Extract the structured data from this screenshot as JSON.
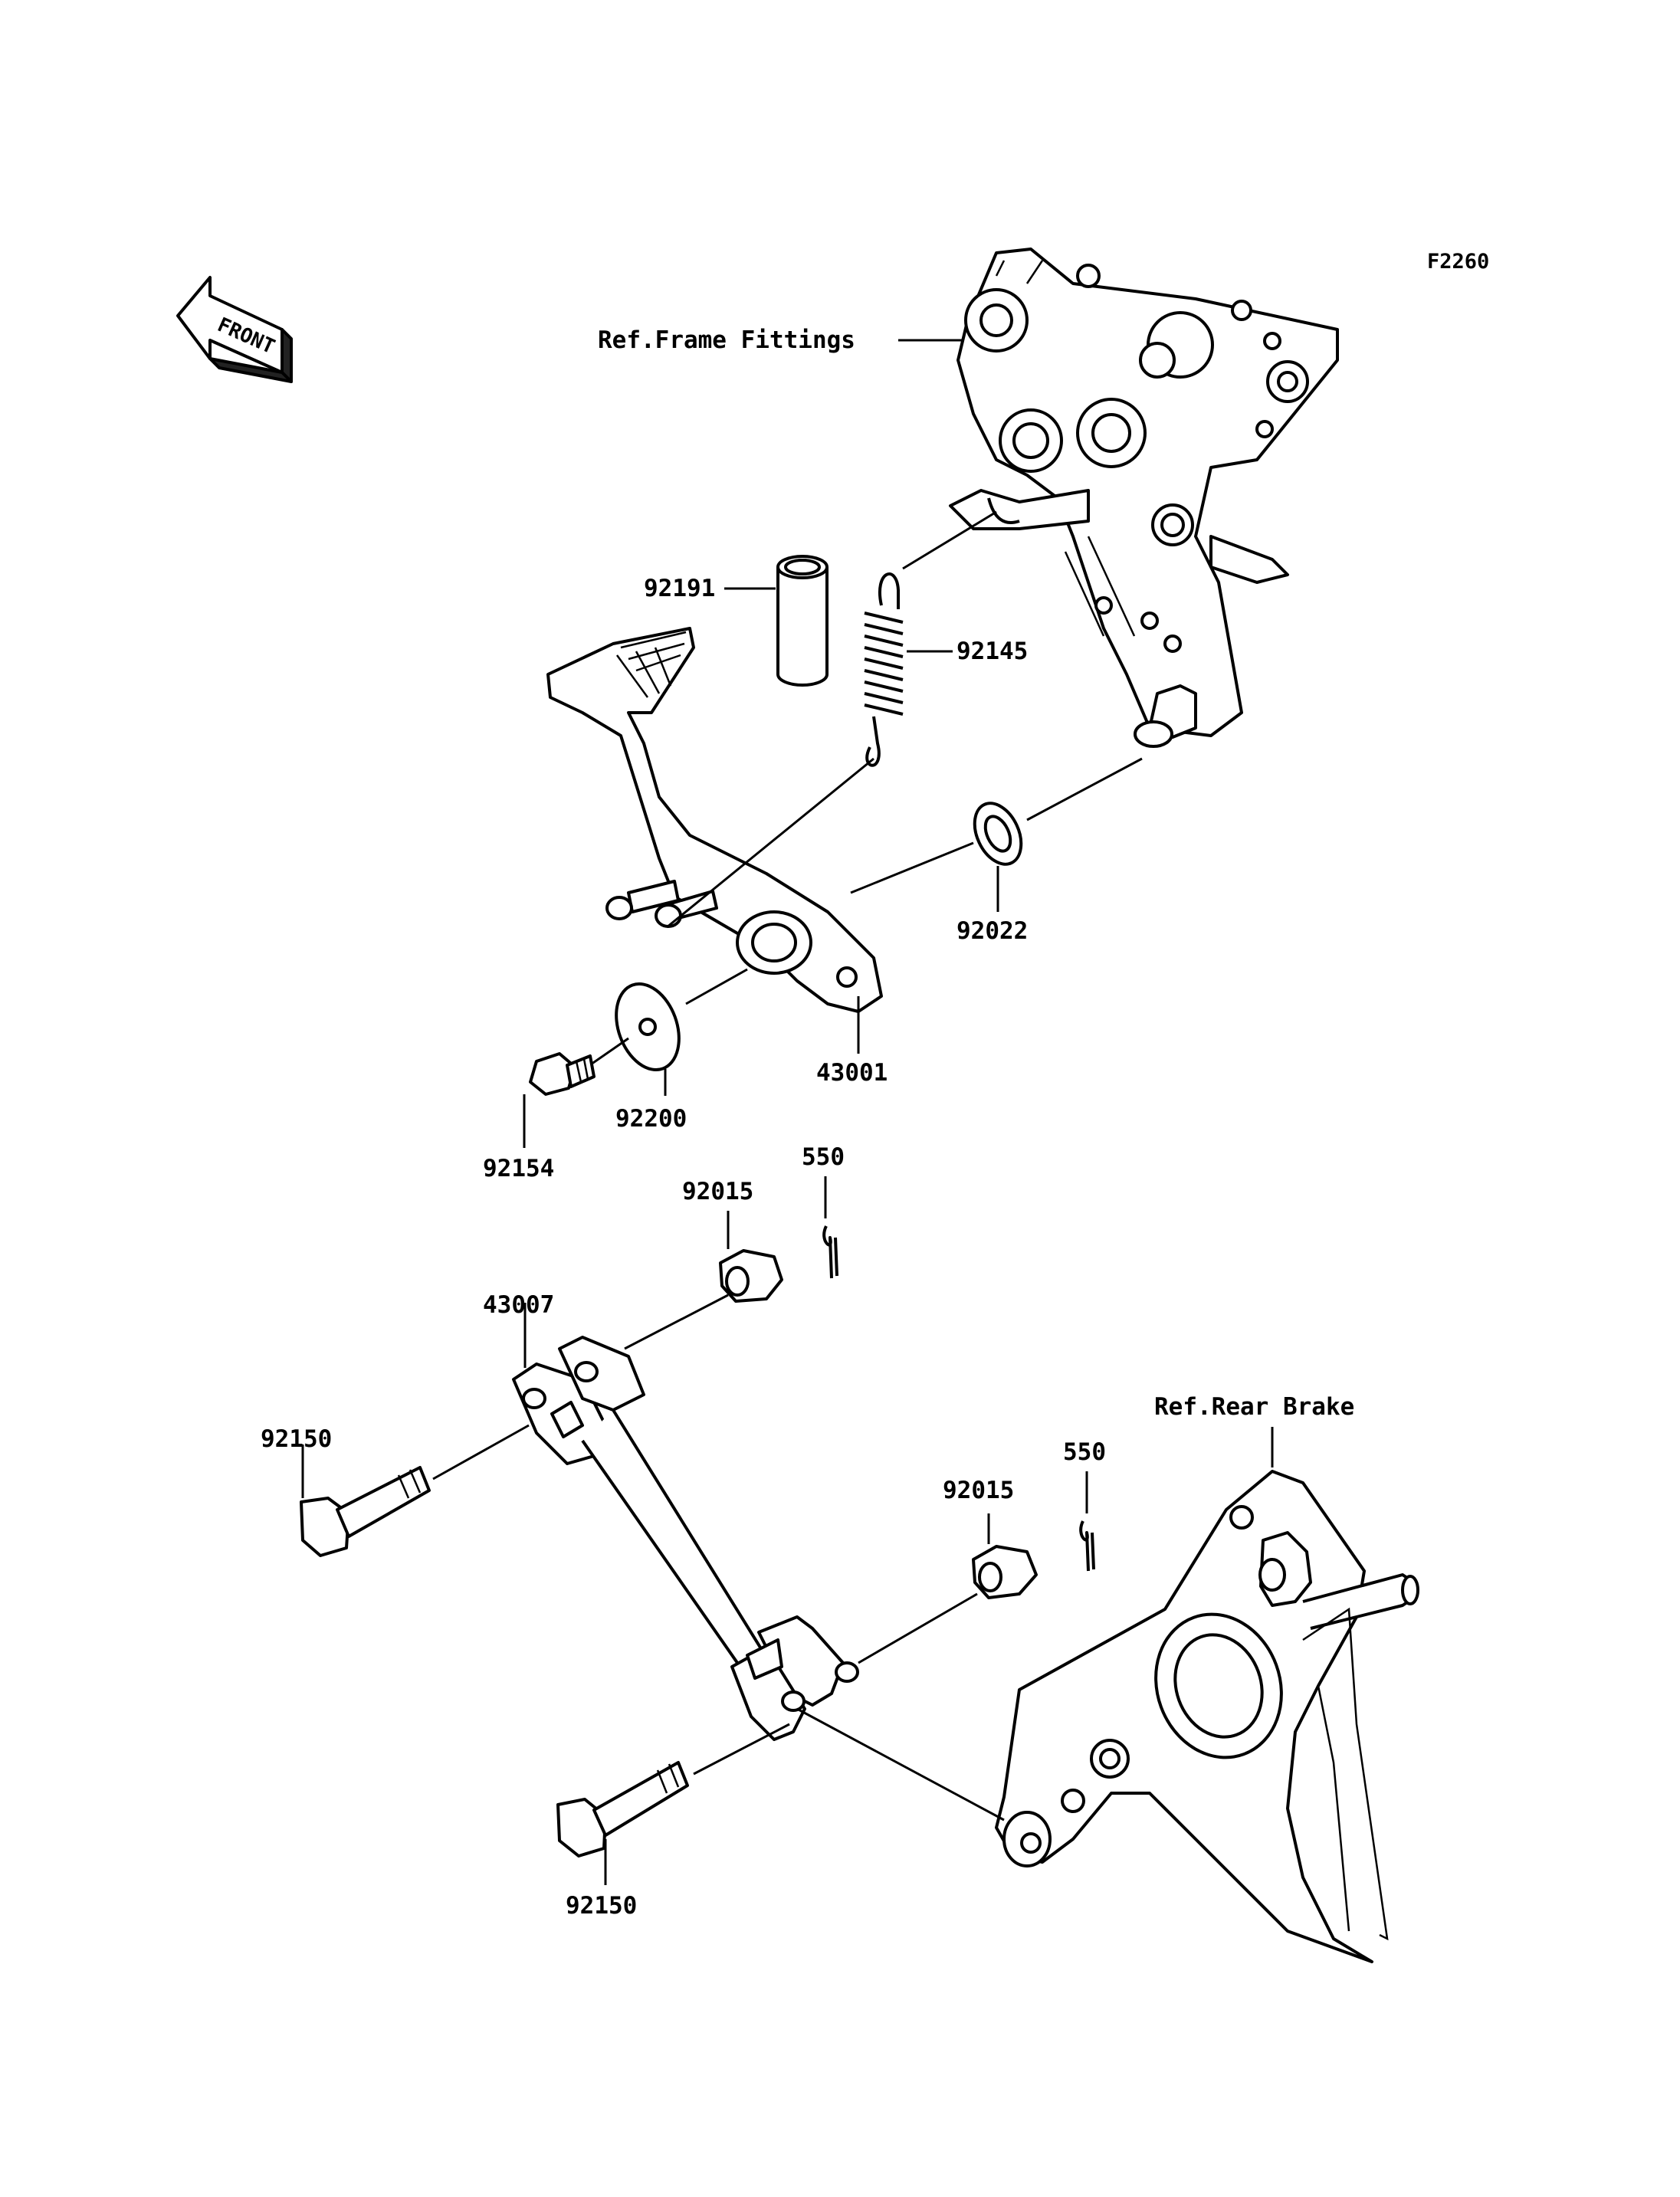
{
  "figure_code": "F2260",
  "front_badge": "FRONT",
  "references": {
    "frame_fittings": "Ref.Frame Fittings",
    "rear_brake": "Ref.Rear Brake"
  },
  "parts": {
    "p92191": "92191",
    "p92145": "92145",
    "p92022": "92022",
    "p43001": "43001",
    "p92200": "92200",
    "p92154": "92154",
    "p92015a": "92015",
    "p550a": "550",
    "p43007": "43007",
    "p92150a": "92150",
    "p92015b": "92015",
    "p550b": "550",
    "p92150b": "92150"
  }
}
